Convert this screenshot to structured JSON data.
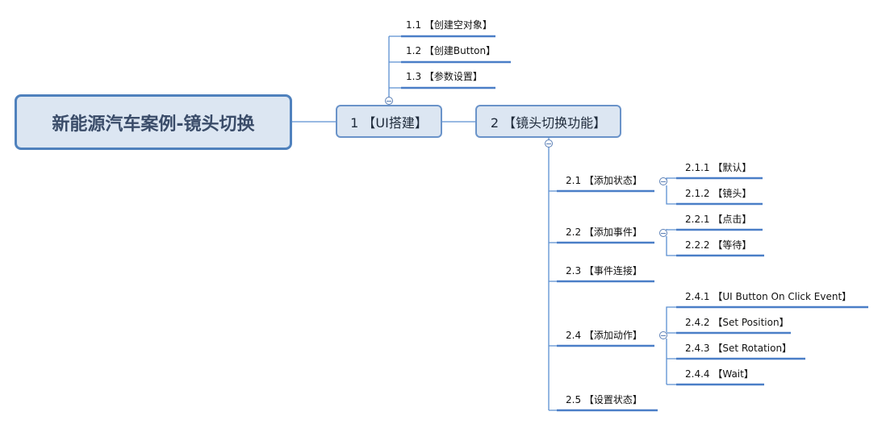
{
  "root": {
    "label": "新能源汽车案例-镜头切换"
  },
  "nodes": {
    "n1": "1 【UI搭建】",
    "n1_1": "1.1 【创建空对象】",
    "n1_2": "1.2 【创建Button】",
    "n1_3": "1.3 【参数设置】",
    "n2": "2 【镜头切换功能】",
    "n2_1": "2.1 【添加状态】",
    "n2_1_1": "2.1.1 【默认】",
    "n2_1_2": "2.1.2 【镜头】",
    "n2_2": "2.2 【添加事件】",
    "n2_2_1": "2.2.1 【点击】",
    "n2_2_2": "2.2.2 【等待】",
    "n2_3": "2.3 【事件连接】",
    "n2_4": "2.4 【添加动作】",
    "n2_4_1": "2.4.1 【UI Button On Click Event】",
    "n2_4_2": "2.4.2 【Set Position】",
    "n2_4_3": "2.4.3 【Set Rotation】",
    "n2_4_4": "2.4.4 【Wait】",
    "n2_5": "2.5 【设置状态】"
  },
  "colors": {
    "line": "#5b8fd1",
    "underline": "#4a7ec7",
    "node_fill": "#dce6f2",
    "root_border": "#4f81bd"
  }
}
